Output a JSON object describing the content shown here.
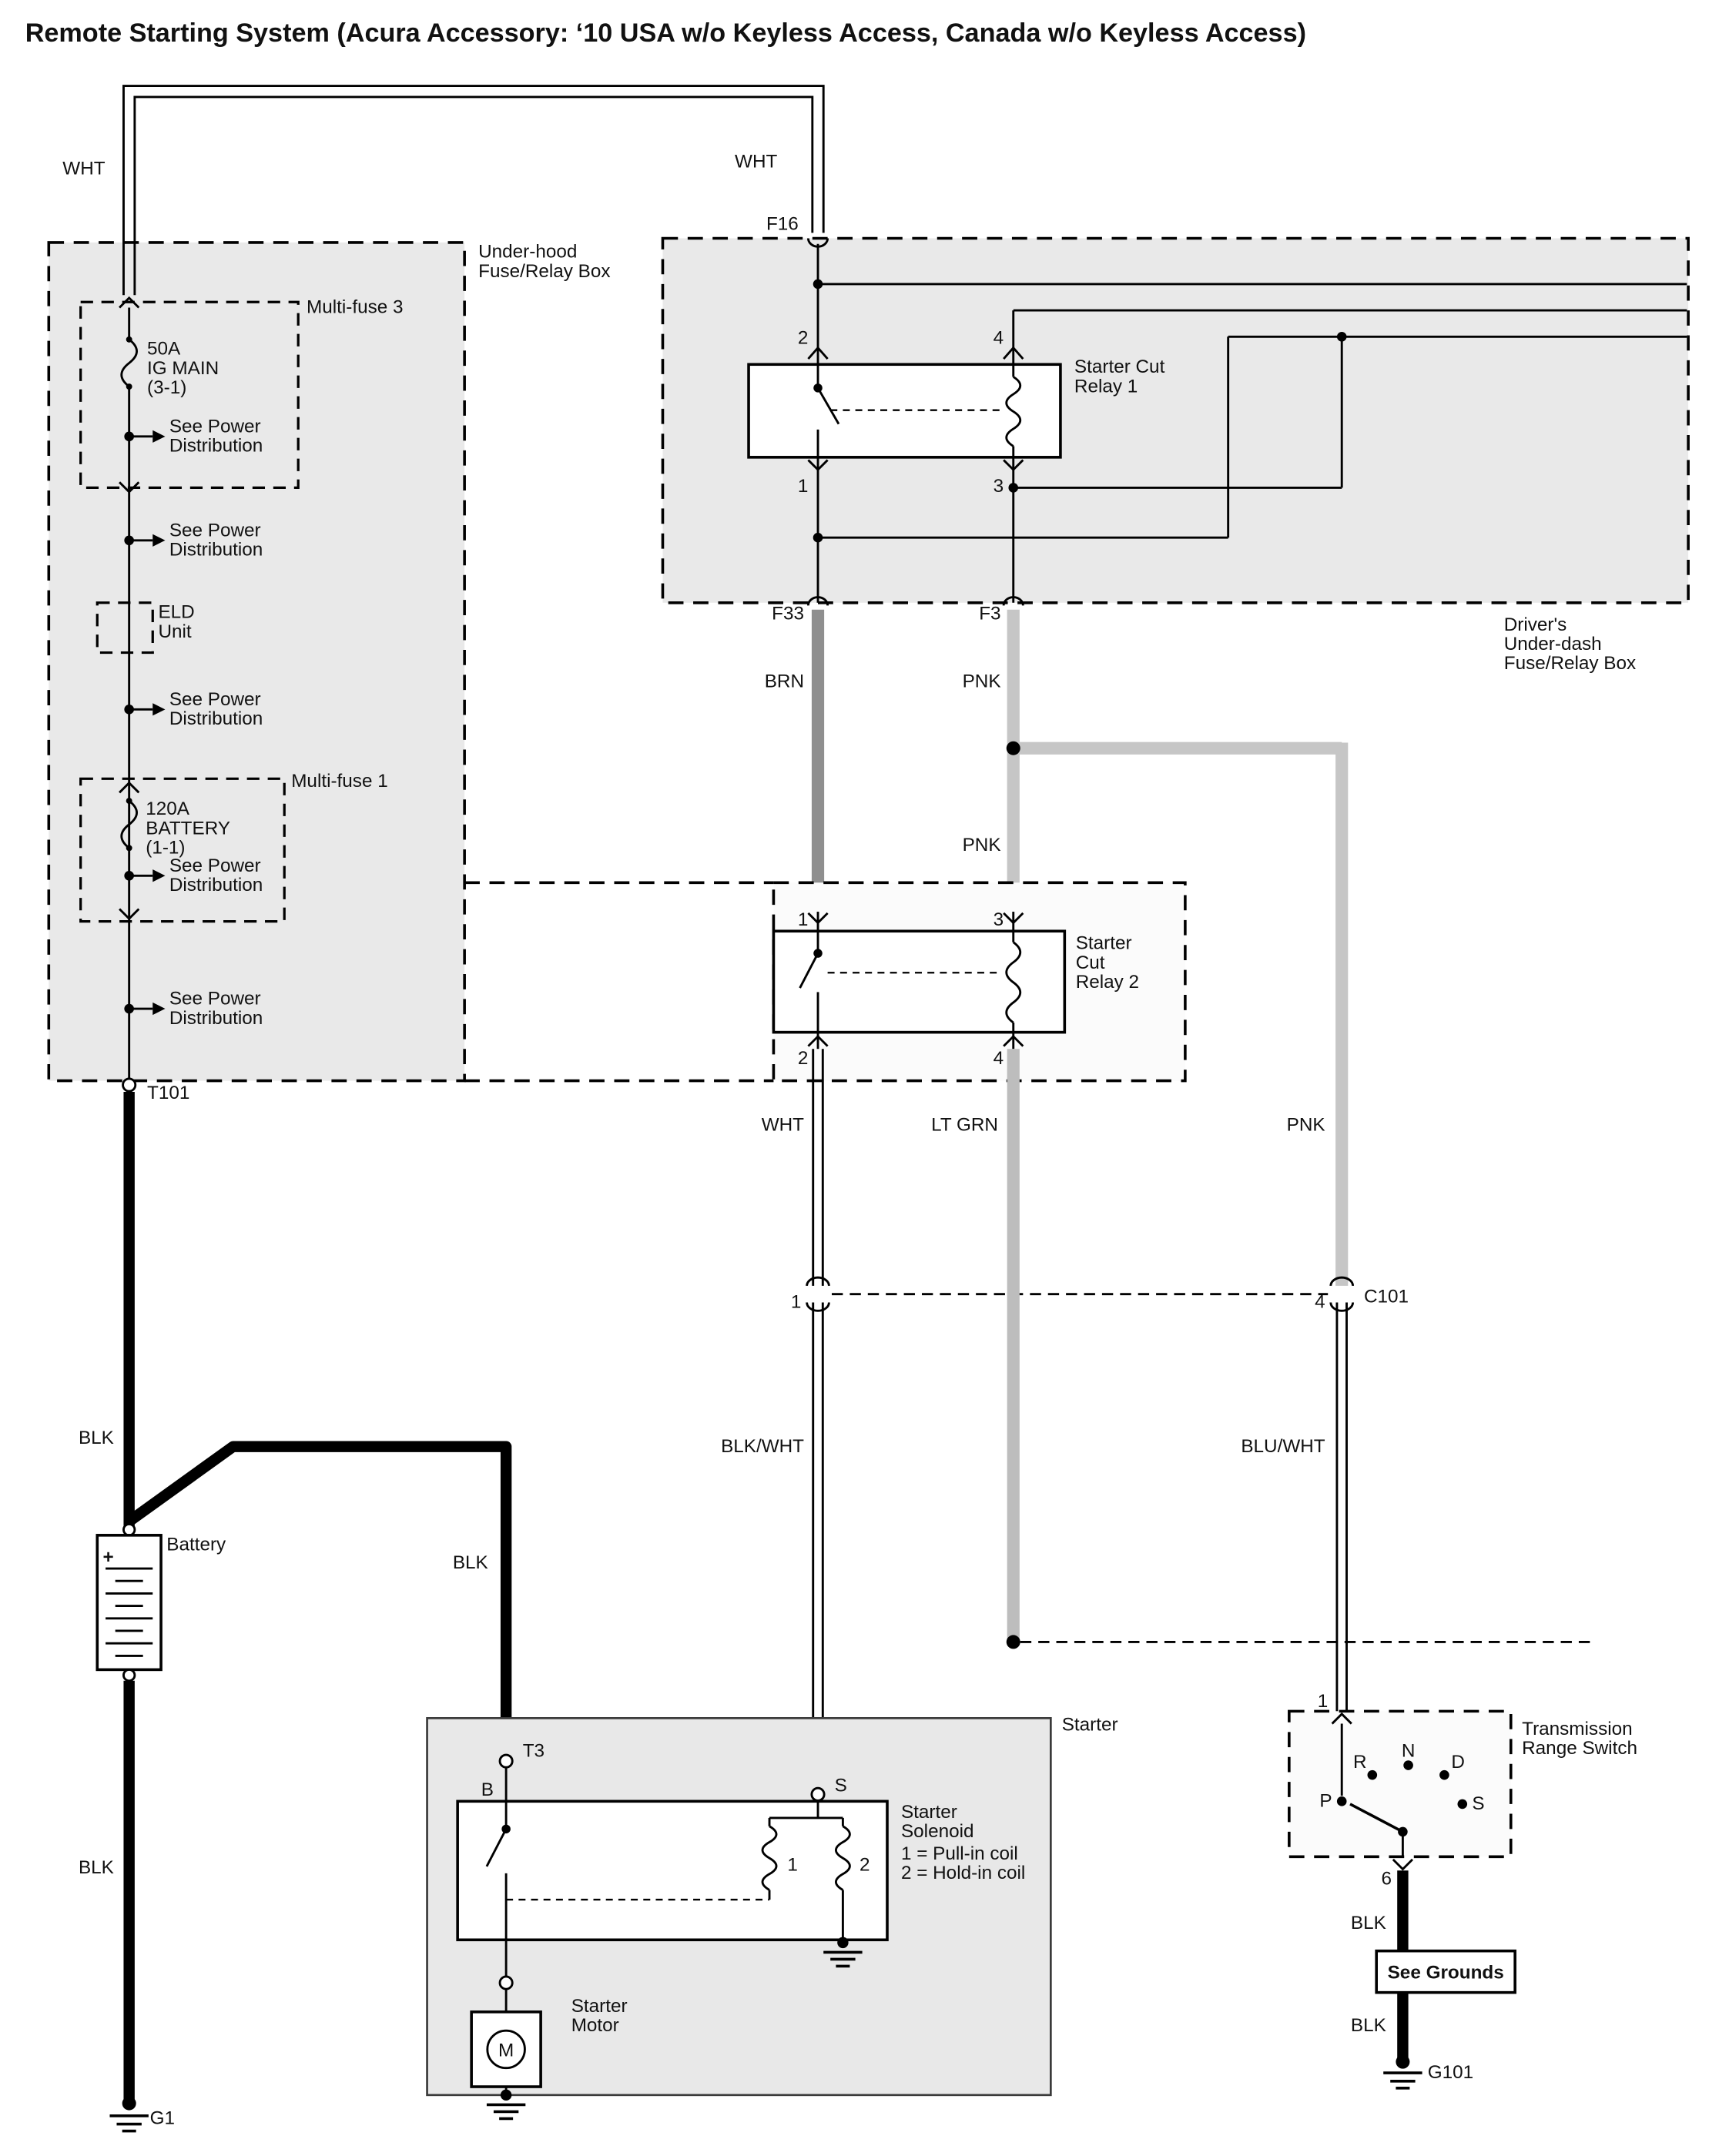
{
  "title": "Remote Starting System (Acura Accessory: ‘10 USA w/o Keyless Access, Canada w/o Keyless Access)",
  "wires": {
    "wht": "WHT",
    "brn": "BRN",
    "pnk": "PNK",
    "lt_grn": "LT GRN",
    "blk": "BLK",
    "blk_wht": "BLK/WHT",
    "blu_wht": "BLU/WHT"
  },
  "underhood": {
    "name1": "Under-hood",
    "name2": "Fuse/Relay Box",
    "see_power1": "See Power",
    "see_power2": "Distribution",
    "multifuse3": {
      "label": "Multi-fuse 3",
      "rating": "50A",
      "circuit": "IG MAIN",
      "code": "(3-1)"
    },
    "multifuse1": {
      "label": "Multi-fuse 1",
      "rating": "120A",
      "circuit": "BATTERY",
      "code": "(1-1)"
    },
    "eld1": "ELD",
    "eld2": "Unit",
    "t101": "T101"
  },
  "underdash": {
    "name1": "Driver's",
    "name2": "Under-dash",
    "name3": "Fuse/Relay Box",
    "f16": "F16",
    "f33": "F33",
    "f3": "F3",
    "relay1": {
      "name1": "Starter Cut",
      "name2": "Relay 1",
      "pin2": "2",
      "pin4": "4",
      "pin1": "1",
      "pin3": "3"
    }
  },
  "relay2": {
    "name1": "Starter",
    "name2": "Cut",
    "name3": "Relay 2",
    "pin1": "1",
    "pin3": "3",
    "pin2": "2",
    "pin4": "4"
  },
  "c101": {
    "left_pin": "1",
    "right_pin": "4",
    "name": "C101"
  },
  "battery": {
    "label": "Battery",
    "plus": "+",
    "g1": "G1"
  },
  "starter": {
    "name": "Starter",
    "t3": "T3",
    "b": "B",
    "s": "S",
    "sol1": "Starter",
    "sol2": "Solenoid",
    "sol3": "1 = Pull-in coil",
    "sol4": "2 = Hold-in coil",
    "coil1": "1",
    "coil2": "2",
    "motor1": "Starter",
    "motor2": "Motor",
    "m": "M"
  },
  "trans": {
    "name1": "Transmission",
    "name2": "Range Switch",
    "pin_top": "1",
    "pin_bottom": "6",
    "pos_r": "R",
    "pos_n": "N",
    "pos_d": "D",
    "pos_p": "P",
    "pos_s": "S",
    "see_grounds": "See Grounds",
    "g101": "G101"
  }
}
